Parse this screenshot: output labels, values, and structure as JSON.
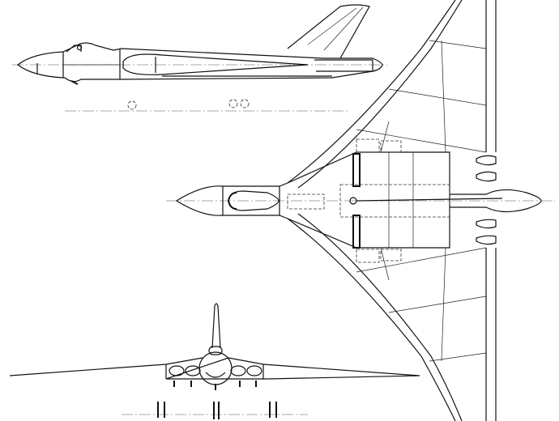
{
  "drawing": {
    "background": "#ffffff",
    "line_color": "#111111",
    "views": [
      "side",
      "top",
      "front"
    ]
  }
}
